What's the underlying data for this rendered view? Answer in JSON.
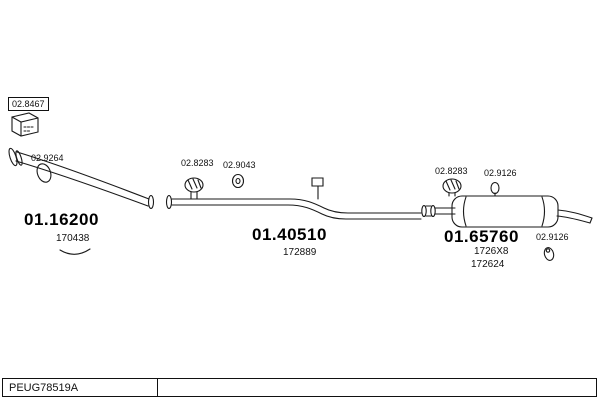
{
  "parts": {
    "bracket_kit": {
      "label": "02.8467"
    },
    "front_gasket": {
      "label": "02.9264"
    },
    "front_pipe": {
      "number": "01.16200",
      "ref": "170438"
    },
    "mid_clamp": {
      "label": "02.8283"
    },
    "mid_ring": {
      "label": "02.9043"
    },
    "mid_pipe": {
      "number": "01.40510",
      "ref": "172889"
    },
    "rear_clamp": {
      "label": "02.8283"
    },
    "rear_hanger_top": {
      "label": "02.9126"
    },
    "muffler": {
      "number": "01.65760",
      "ref1": "1726X8",
      "ref2": "172624"
    },
    "rear_hanger_bottom": {
      "label": "02.9126"
    }
  },
  "footer": {
    "code": "PEUG78519A"
  }
}
